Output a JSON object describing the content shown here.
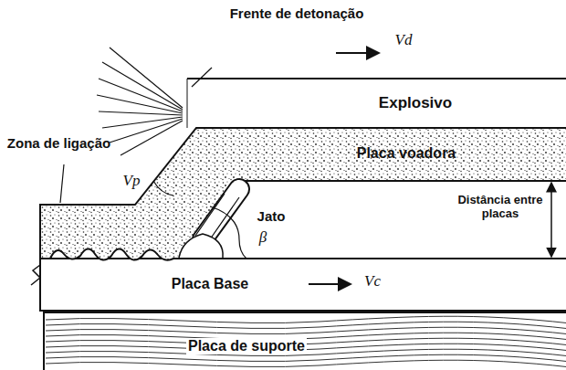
{
  "diagram": {
    "nodes": [
      {
        "text": [
          "Explosivo"
        ]
      },
      {
        "text": [
          "Placa voadora"
        ]
      },
      {
        "text": [
          "Placa Base"
        ]
      },
      {
        "text": [
          "Placa de suporte"
        ]
      }
    ],
    "labels": [
      "Frente de detonação",
      "Vd",
      "Zona de ligação",
      "Vp",
      "Jato",
      "β",
      "Distância entre placas",
      "Vc"
    ]
  }
}
